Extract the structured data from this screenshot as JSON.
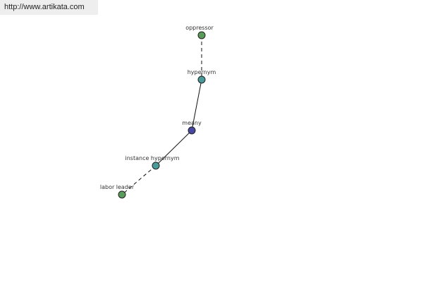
{
  "header": {
    "url": "http://www.artikata.com"
  },
  "graph": {
    "nodes": [
      {
        "id": "oppressor",
        "label": "oppressor",
        "color": "#5a9a5a"
      },
      {
        "id": "hypernym",
        "label": "hypernym",
        "color": "#4a9a9a"
      },
      {
        "id": "meany",
        "label": "meany",
        "color": "#4848a0"
      },
      {
        "id": "instance-hypernym",
        "label": "instance hypernym",
        "color": "#4a9a9a"
      },
      {
        "id": "labor-leader",
        "label": "labor leader",
        "color": "#5a9a5a"
      }
    ],
    "edges": [
      {
        "from": "oppressor",
        "to": "hypernym",
        "style": "dashed"
      },
      {
        "from": "hypernym",
        "to": "meany",
        "style": "solid"
      },
      {
        "from": "meany",
        "to": "instance-hypernym",
        "style": "solid"
      },
      {
        "from": "instance-hypernym",
        "to": "labor-leader",
        "style": "dashed"
      }
    ]
  }
}
